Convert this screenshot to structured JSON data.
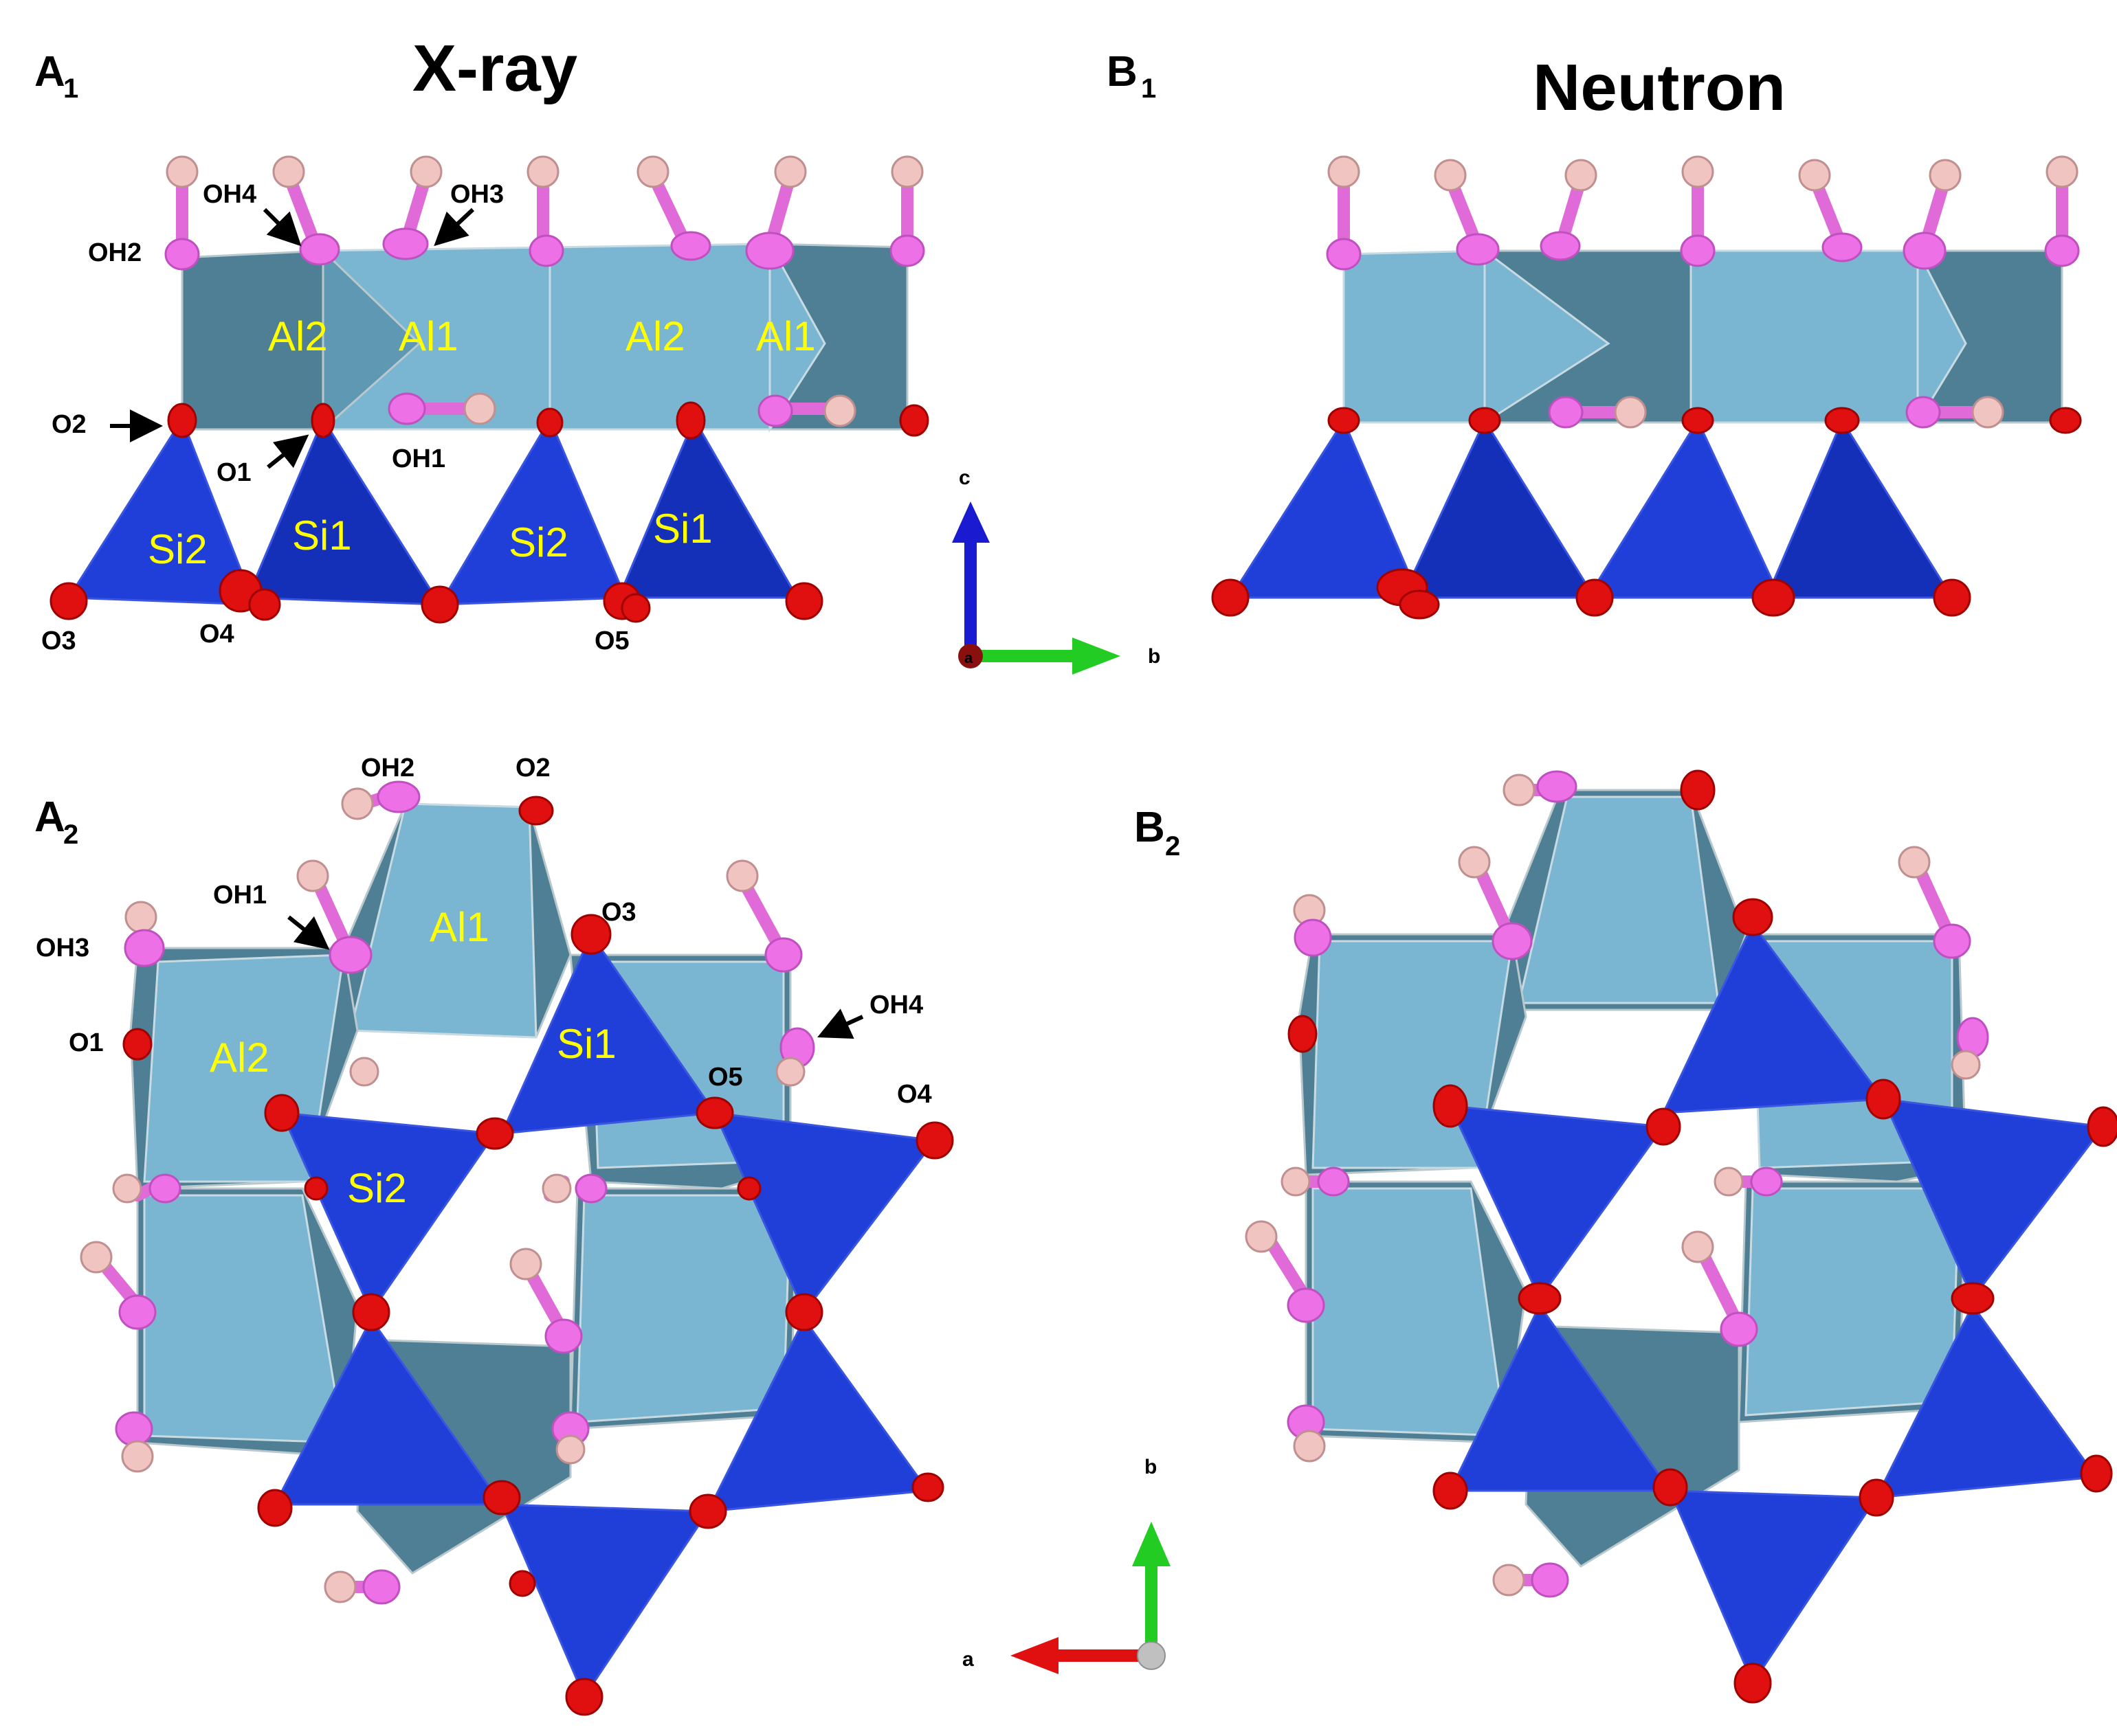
{
  "panels": {
    "a1": {
      "letter": "A",
      "sub": "1",
      "title": "X-ray"
    },
    "b1": {
      "letter": "B",
      "sub": "1",
      "title": "Neutron"
    },
    "a2": {
      "letter": "A",
      "sub": "2"
    },
    "b2": {
      "letter": "B",
      "sub": "2"
    }
  },
  "labels_a1": {
    "sites": [
      "Al2",
      "Al1",
      "Al2",
      "Al1",
      "Si2",
      "Si1",
      "Si2",
      "Si1"
    ],
    "atoms": {
      "oh4": "OH4",
      "oh3": "OH3",
      "oh2": "OH2",
      "o2": "O2",
      "o1": "O1",
      "oh1": "OH1",
      "o3": "O3",
      "o4": "O4",
      "o5": "O5"
    }
  },
  "labels_a2": {
    "sites": [
      "Al1",
      "Al2",
      "Si1",
      "Si2"
    ],
    "atoms": {
      "oh2": "OH2",
      "o2": "O2",
      "oh1": "OH1",
      "o3": "O3",
      "oh3": "OH3",
      "oh4": "OH4",
      "o1": "O1",
      "o5": "O5",
      "o4": "O4"
    }
  },
  "axes_top": {
    "vertical": "c",
    "horizontal": "b",
    "origin": "a",
    "vertical_color": "#1a1ad0",
    "horizontal_color": "#22cc22",
    "origin_color": "#8a1010"
  },
  "axes_bottom": {
    "vertical": "b",
    "horizontal": "a",
    "vertical_color": "#22cc22",
    "horizontal_color": "#e01010",
    "origin_color": "#c0c0c0"
  },
  "colors": {
    "octahedra": "#5e98b2",
    "tetrahedra": "#1f3fd8",
    "oxygen": "#e01010",
    "hydroxyl_oxygen": "#ee70e6",
    "hydrogen": "#f0c4c0",
    "site_label": "#ffff00"
  }
}
